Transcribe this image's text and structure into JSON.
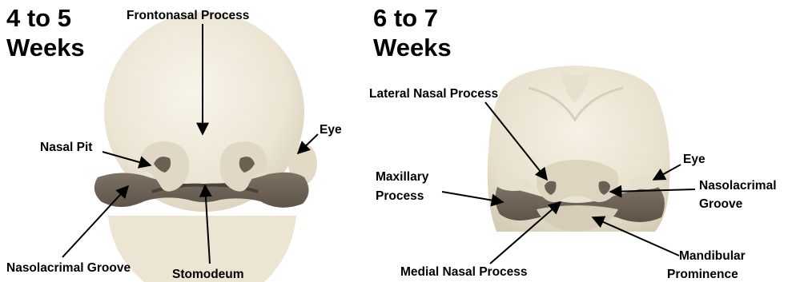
{
  "panels": [
    {
      "title_lines": [
        "4 to 5",
        "Weeks"
      ]
    },
    {
      "title_lines": [
        "6 to 7",
        "Weeks"
      ]
    }
  ],
  "labels": {
    "frontonasal_process": "Frontonasal Process",
    "nasal_pit": "Nasal Pit",
    "eye_left_panel": "Eye",
    "nasolacrimal_groove_left_panel": "Nasolacrimal Groove",
    "stomodeum": "Stomodeum",
    "lateral_nasal_process": "Lateral Nasal Process",
    "maxillary_process": [
      "Maxillary",
      "Process"
    ],
    "eye_right_panel": "Eye",
    "nasolacrimal_groove_right_panel": [
      "Nasolacrimal",
      "Groove"
    ],
    "medial_nasal_process": "Medial Nasal Process",
    "mandibular_prominence": [
      "Mandibular",
      "Prominence"
    ]
  },
  "colors": {
    "head_fill": "#efe9da",
    "head_shadow": "#ded6c3",
    "process_fill": "#d9d2be",
    "tissue_dark": "#7a6f62",
    "tissue_darker": "#5f5448",
    "text": "#000000",
    "background": "#ffffff"
  }
}
